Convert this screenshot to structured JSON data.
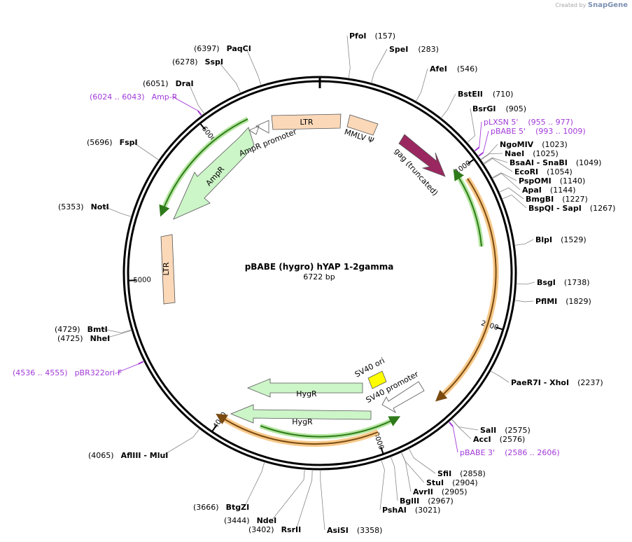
{
  "credit": {
    "prefix": "Created by",
    "brand": "SnapGene"
  },
  "plasmid": {
    "name": "pBABE (hygro) hYAP 1-2gamma",
    "length_label": "6722 bp",
    "total_bp": 6722
  },
  "ticks": [
    {
      "bp": 1000,
      "label": "1000"
    },
    {
      "bp": 2000,
      "label": "2000"
    },
    {
      "bp": 3000,
      "label": "3000"
    },
    {
      "bp": 4000,
      "label": "4000"
    },
    {
      "bp": 5000,
      "label": "5000"
    },
    {
      "bp": 6000,
      "label": "6000"
    }
  ],
  "enzymes": [
    {
      "name": "PfoI",
      "pos": "(157)",
      "bp": 157
    },
    {
      "name": "SpeI",
      "pos": "(283)",
      "bp": 283
    },
    {
      "name": "AfeI",
      "pos": "(546)",
      "bp": 546
    },
    {
      "name": "BstEII",
      "pos": "(710)",
      "bp": 710
    },
    {
      "name": "BsrGI",
      "pos": "(905)",
      "bp": 905
    },
    {
      "name": "NgoMIV",
      "pos": "(1023)",
      "bp": 1023
    },
    {
      "name": "NaeI",
      "pos": "(1025)",
      "bp": 1025
    },
    {
      "name": "BsaAI - SnaBI",
      "pos": "(1049)",
      "bp": 1049
    },
    {
      "name": "EcoRI",
      "pos": "(1054)",
      "bp": 1054
    },
    {
      "name": "PspOMI",
      "pos": "(1140)",
      "bp": 1140
    },
    {
      "name": "ApaI",
      "pos": "(1144)",
      "bp": 1144
    },
    {
      "name": "BmgBI",
      "pos": "(1227)",
      "bp": 1227
    },
    {
      "name": "BspQI - SapI",
      "pos": "(1267)",
      "bp": 1267
    },
    {
      "name": "BlpI",
      "pos": "(1529)",
      "bp": 1529
    },
    {
      "name": "BsgI",
      "pos": "(1738)",
      "bp": 1738
    },
    {
      "name": "PflMI",
      "pos": "(1829)",
      "bp": 1829
    },
    {
      "name": "PaeR7I - XhoI",
      "pos": "(2237)",
      "bp": 2237
    },
    {
      "name": "SalI",
      "pos": "(2575)",
      "bp": 2575
    },
    {
      "name": "AccI",
      "pos": "(2576)",
      "bp": 2576
    },
    {
      "name": "SfiI",
      "pos": "(2858)",
      "bp": 2858
    },
    {
      "name": "StuI",
      "pos": "(2904)",
      "bp": 2904
    },
    {
      "name": "AvrII",
      "pos": "(2905)",
      "bp": 2905
    },
    {
      "name": "BglII",
      "pos": "(2967)",
      "bp": 2967
    },
    {
      "name": "PshAI",
      "pos": "(3021)",
      "bp": 3021
    },
    {
      "name": "AsiSI",
      "pos": "(3358)",
      "bp": 3358
    },
    {
      "name": "RsrII",
      "pos": "(3402)",
      "bp": 3402
    },
    {
      "name": "NdeI",
      "pos": "(3444)",
      "bp": 3444
    },
    {
      "name": "BtgZI",
      "pos": "(3666)",
      "bp": 3666
    },
    {
      "name": "AflIII - MluI",
      "pos": "(4065)",
      "bp": 4065
    },
    {
      "name": "NheI",
      "pos": "(4725)",
      "bp": 4725
    },
    {
      "name": "BmtI",
      "pos": "(4729)",
      "bp": 4729
    },
    {
      "name": "NotI",
      "pos": "(5353)",
      "bp": 5353
    },
    {
      "name": "FspI",
      "pos": "(5696)",
      "bp": 5696
    },
    {
      "name": "DraI",
      "pos": "(6051)",
      "bp": 6051
    },
    {
      "name": "SspI",
      "pos": "(6278)",
      "bp": 6278
    },
    {
      "name": "PaqCI",
      "pos": "(6397)",
      "bp": 6397
    }
  ],
  "primers": [
    {
      "label": "pLXSN 5'",
      "range": "(955 .. 977)",
      "bp": 966
    },
    {
      "label": "pBABE 5'",
      "range": "(993 .. 1009)",
      "bp": 1001
    },
    {
      "label": "pBABE 3'",
      "range": "(2586 .. 2606)",
      "bp": 2596
    },
    {
      "label": "pBR322ori-F",
      "range": "(4536 .. 4555)",
      "bp": 4545
    },
    {
      "label": "Amp-R",
      "range": "(6024 .. 6043)",
      "bp": 6033
    }
  ],
  "features": [
    {
      "label": "LTR",
      "color": "#fbd8b8"
    },
    {
      "label": "MMLV Ψ",
      "color": "#fbd8b8"
    },
    {
      "label": "gag (truncated)",
      "color": "#9b2760"
    },
    {
      "label": "SV40 ori",
      "color": "#ffff00"
    },
    {
      "label": "SV40 promoter",
      "color": "#ffffff"
    },
    {
      "label": "HygR",
      "color": "#ccf5c8"
    },
    {
      "label": "HygR",
      "color": "#ccf5c8"
    },
    {
      "label": "LTR",
      "color": "#fbd8b8"
    },
    {
      "label": "AmpR",
      "color": "#ccf5c8"
    },
    {
      "label": "AmpR promoter",
      "color": "#ffffff"
    }
  ],
  "colors": {
    "primer": "#a23ad9",
    "orf_orange": "#f0a030",
    "orf_green": "#a6e07c",
    "ring": "#000000"
  }
}
